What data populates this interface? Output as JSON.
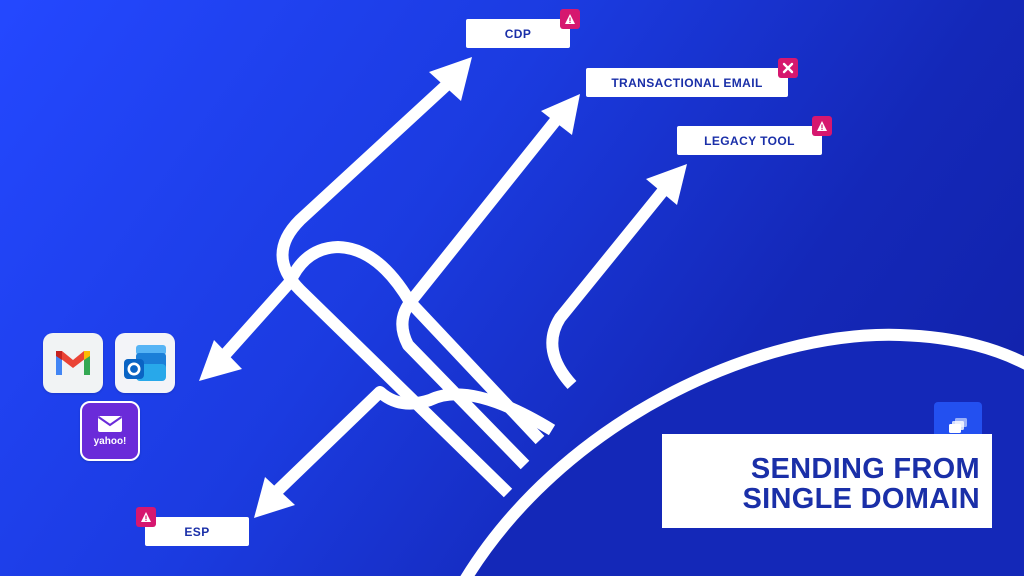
{
  "labels": {
    "cdp": "CDP",
    "transactional_email": "TRANSACTIONAL EMAIL",
    "legacy_tool": "LEGACY TOOL",
    "esp": "ESP"
  },
  "badges": {
    "cdp": "warning-icon",
    "transactional_email": "close-icon",
    "legacy_tool": "warning-icon",
    "esp": "warning-icon"
  },
  "providers": [
    {
      "name": "Gmail",
      "icon": "gmail-icon"
    },
    {
      "name": "Outlook",
      "icon": "outlook-icon"
    },
    {
      "name": "Yahoo",
      "icon": "yahoo-mail-icon",
      "wordmark": "yahoo!"
    }
  ],
  "title": {
    "line1": "SENDING FROM",
    "line2": "SINGLE DOMAIN"
  },
  "colors": {
    "background_start": "#2448ff",
    "background_end": "#1020a6",
    "text": "#1a2fa8",
    "badge": "#d6176f",
    "accent": "#2350f0"
  }
}
